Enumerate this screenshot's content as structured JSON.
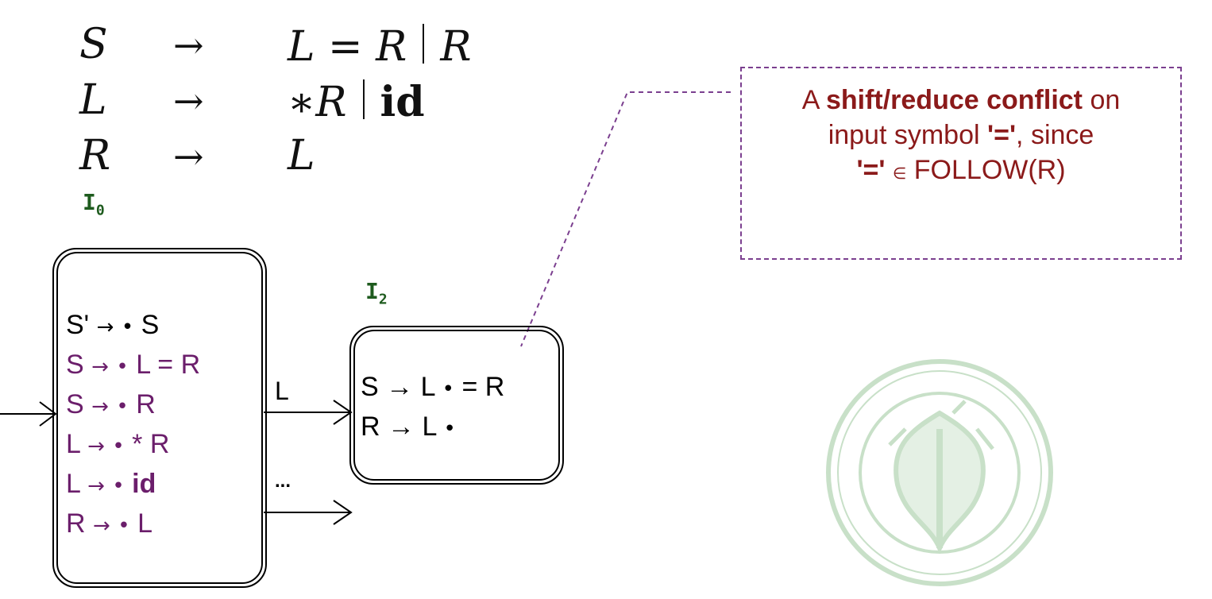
{
  "grammar": {
    "rows": [
      {
        "lhs": "S",
        "arrow": "→",
        "rhs": [
          "L = R",
          "R"
        ]
      },
      {
        "lhs": "L",
        "arrow": "→",
        "rhs": [
          "∗R",
          "id"
        ]
      },
      {
        "lhs": "R",
        "arrow": "→",
        "rhs": [
          "L"
        ]
      }
    ]
  },
  "states": {
    "i0": {
      "label": "I",
      "sub": "0",
      "items": [
        {
          "lhs": "S'",
          "arrow": "→",
          "dot": "•",
          "after": "S",
          "color": "black"
        },
        {
          "lhs": "S",
          "arrow": "→",
          "dot": "•",
          "after": "L = R",
          "color": "purple"
        },
        {
          "lhs": "S",
          "arrow": "→",
          "dot": "•",
          "after": "R",
          "color": "purple"
        },
        {
          "lhs": "L",
          "arrow": "→",
          "dot": "•",
          "after": "* R",
          "color": "purple"
        },
        {
          "lhs": "L",
          "arrow": "→",
          "dot": "•",
          "after": "id",
          "color": "purple"
        },
        {
          "lhs": "R",
          "arrow": "→",
          "dot": "•",
          "after": "L",
          "color": "purple"
        }
      ]
    },
    "i2": {
      "label": "I",
      "sub": "2",
      "items": [
        {
          "text_before": "S → L",
          "dot": "•",
          "text_after": "= R"
        },
        {
          "text_before": "R → L",
          "dot": "•",
          "text_after": ""
        }
      ]
    }
  },
  "edges": {
    "to_i2_label": "L",
    "other_label": "..."
  },
  "callout": {
    "line1_pre": "A ",
    "line1_bold": "shift/reduce conflict",
    "line1_post": " on",
    "line2_pre": "input symbol ",
    "line2_bold": "'='",
    "line2_post": ", since",
    "line3_bold": "'='",
    "line3_sym": "∈",
    "line3_post": " FOLLOW(R)"
  },
  "colors": {
    "item_purple": "#6b1e6b",
    "state_label_green": "#1e5b1e",
    "callout_text": "#8b1a1a",
    "callout_border": "#7b3f8f",
    "seal": "#b9d6b9"
  },
  "icons": {
    "watermark": "university-seal"
  }
}
